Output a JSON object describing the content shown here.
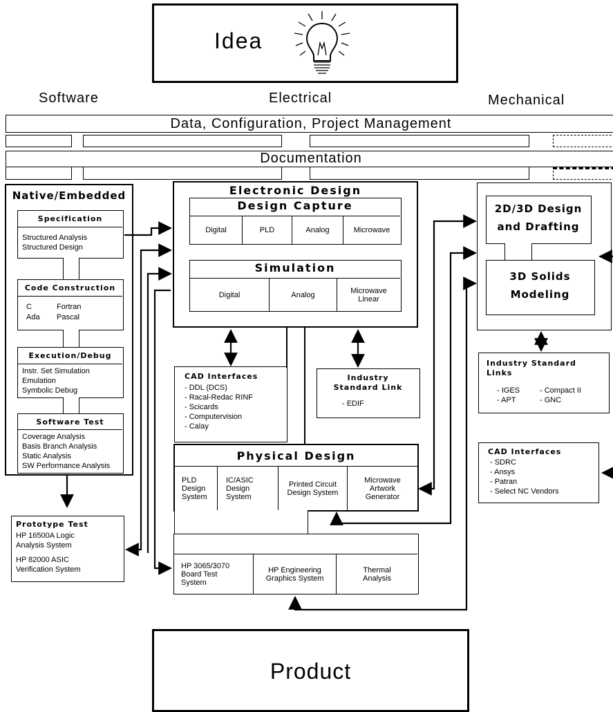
{
  "idea": "Idea",
  "product": "Product",
  "columns": {
    "software": "Software",
    "electrical": "Electrical",
    "mechanical": "Mechanical"
  },
  "bands": {
    "management": "Data, Configuration, Project Management",
    "documentation": "Documentation"
  },
  "native": {
    "title": "Native/Embedded",
    "specification": {
      "title": "Specification",
      "items": [
        "Structured Analysis",
        "Structured Design"
      ]
    },
    "code": {
      "title": "Code Construction",
      "c": "C",
      "fortran": "Fortran",
      "ada": "Ada",
      "pascal": "Pascal"
    },
    "execution": {
      "title": "Execution/Debug",
      "items": [
        "Instr. Set Simulation",
        "Emulation",
        "Symbolic Debug"
      ]
    },
    "test": {
      "title": "Software Test",
      "items": [
        "Coverage Analysis",
        "Basis Branch Analysis",
        "Static Analysis",
        "SW Performance Analysis"
      ]
    }
  },
  "prototype": {
    "title": "Prototype Test",
    "items": [
      "HP 16500A Logic",
      "Analysis System",
      "HP 82000 ASIC",
      "Verification System"
    ]
  },
  "electronic": {
    "title": "Electronic Design",
    "capture": {
      "title": "Design Capture",
      "cells": [
        "Digital",
        "PLD",
        "Analog",
        "Microwave"
      ]
    },
    "simulation": {
      "title": "Simulation",
      "cells": [
        "Digital",
        "Analog",
        "Microwave",
        "Linear"
      ]
    }
  },
  "cad_left": {
    "title": "CAD Interfaces",
    "items": [
      "- DDL (DCS)",
      "- Racal-Redac RINF",
      "- Scicards",
      "- Computervision",
      "- Calay"
    ]
  },
  "isl": {
    "title1": "Industry",
    "title2": "Standard Link",
    "item": "- EDIF"
  },
  "physical": {
    "title": "Physical Design",
    "cells": [
      [
        "PLD",
        "Design",
        "System"
      ],
      [
        "IC/ASIC",
        "Design",
        "System"
      ],
      [
        "Printed Circuit",
        "Design System"
      ],
      [
        "Microwave",
        "Artwork",
        "Generator"
      ]
    ]
  },
  "board": {
    "cells": [
      [
        "HP 3065/3070",
        "Board Test",
        "System"
      ],
      [
        "HP Engineering",
        "Graphics System"
      ],
      [
        "Thermal",
        "Analysis"
      ]
    ]
  },
  "mech": {
    "drafting": [
      "2D/3D Design",
      "and Drafting"
    ],
    "solids": [
      "3D Solids",
      "Modeling"
    ]
  },
  "isl_mech": {
    "title1": "Industry Standard",
    "title2": "Links",
    "items": [
      "- IGES",
      "- Compact II",
      "- APT",
      "- GNC"
    ]
  },
  "cad_right": {
    "title": "CAD Interfaces",
    "items": [
      "- SDRC",
      "- Ansys",
      "- Patran",
      "- Select NC Vendors"
    ]
  }
}
